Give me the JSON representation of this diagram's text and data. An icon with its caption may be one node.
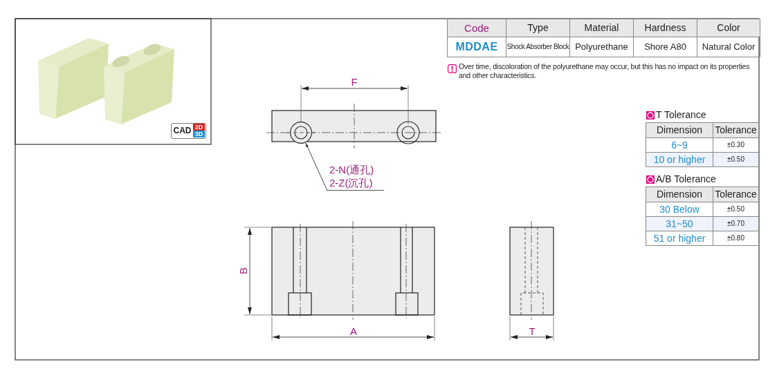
{
  "diagram": {
    "nodes": [
      {
        "text": [
          "2-N(通孔)",
          "2-Z(沉孔)"
        ]
      },
      {
        "text": [],
        "shape": "circle"
      }
    ],
    "edges": [
      {
        "from": 0,
        "to": 1,
        "arrow": "to"
      }
    ],
    "labels": [
      "Code",
      "Type",
      "Material",
      "Hardness",
      "Color",
      "MDDAE",
      "Shock Absorber Block",
      "Polyurethane",
      "Shore A80",
      "Natural Color",
      "Over time, discoloration of the polyurethane may occur, but this has no impact on its properties and other characteristics.",
      "F",
      "T Tolerance",
      "Dimension",
      "Tolerance",
      "6~9",
      "±0.30",
      "10 or higher",
      "±0.50",
      "A/B Tolerance",
      "Dimension",
      "Tolerance",
      "30 Below",
      "±0.50",
      "31~50",
      "±0.70",
      "51 or higher",
      "±0.80",
      "B",
      "A",
      "T",
      "CAD",
      "2D",
      "3D"
    ]
  }
}
